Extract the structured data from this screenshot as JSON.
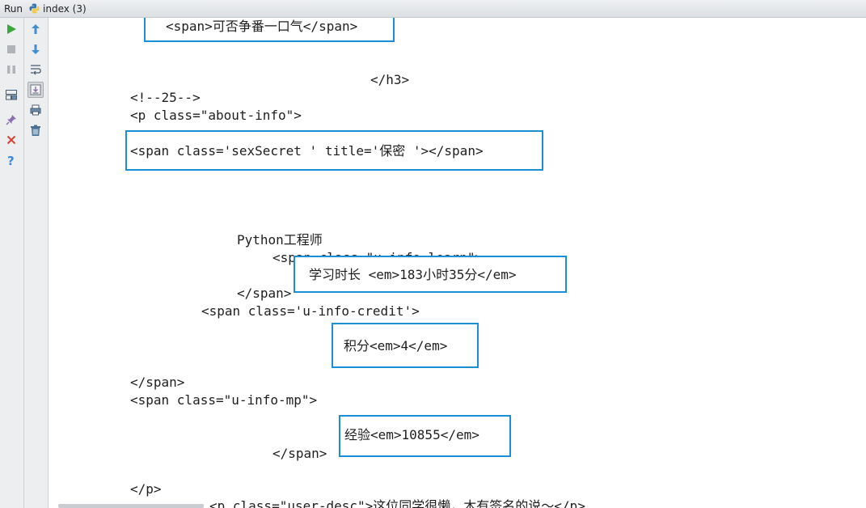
{
  "titlebar": {
    "run_label": "Run",
    "tab_label": "index (3)"
  },
  "toolbar_left": [
    "run-icon",
    "stop-icon",
    "pause-icon",
    "layout-icon",
    "pin-icon",
    "close-icon",
    "help-icon"
  ],
  "toolbar_right": [
    "up-arrow-icon",
    "down-arrow-icon",
    "soft-wrap-icon",
    "scroll-to-end-icon",
    "print-icon",
    "trash-icon"
  ],
  "code": {
    "l1": "<span>可否争番一口气</span>",
    "l2": "</h3>",
    "l3": "<!--25-->",
    "l4": "<p class=\"about-info\">",
    "l5": "<span class='sexSecret ' title='保密 '></span>",
    "l6": "Python工程师",
    "l7": "<span class=\"u-info-learn\">",
    "l8": "学习时长 <em>183小时35分</em>",
    "l9": "</span>",
    "l10": "<span class='u-info-credit'>",
    "l11": "积分<em>4</em>",
    "l12": "</span>",
    "l13": "<span class=\"u-info-mp\">",
    "l14": "经验<em>10855</em>",
    "l15": "</span>",
    "l16": "</p>",
    "l17": "<p class=\"user-desc\">这位同学很懒，木有签名的说～</p>"
  },
  "colors": {
    "box_border": "#1a8fd6",
    "gutter_bg": "#eceef0"
  }
}
